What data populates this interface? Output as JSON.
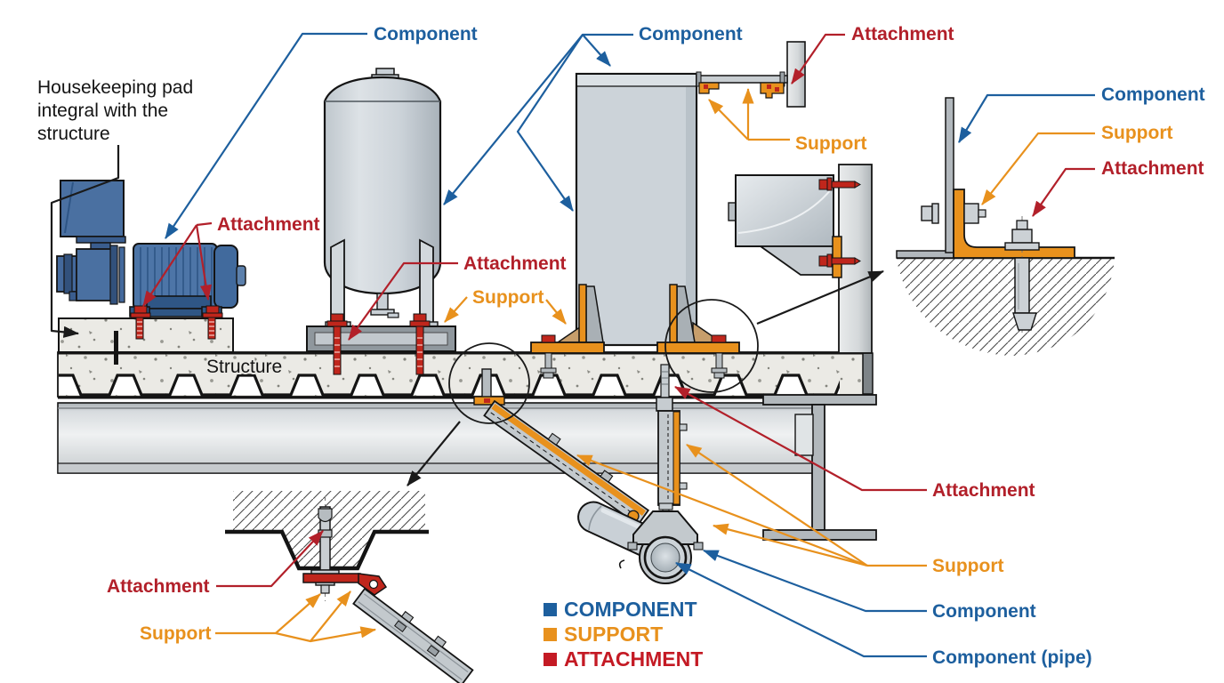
{
  "colors": {
    "component_blue": "#1d5f9e",
    "support_orange": "#e8911d",
    "attachment_red": "#b2202a",
    "text_black": "#141414"
  },
  "labels": {
    "housekeeping": [
      "Housekeeping pad",
      "integral with the",
      "structure"
    ],
    "structure": "Structure",
    "component": "Component",
    "support": "Support",
    "attachment": "Attachment",
    "component_pipe": "Component (pipe)"
  },
  "legend": {
    "items": [
      {
        "label": "COMPONENT",
        "color": "#1d5f9e"
      },
      {
        "label": "SUPPORT",
        "color": "#e8911d"
      },
      {
        "label": "ATTACHMENT",
        "color": "#c41a24"
      }
    ]
  }
}
